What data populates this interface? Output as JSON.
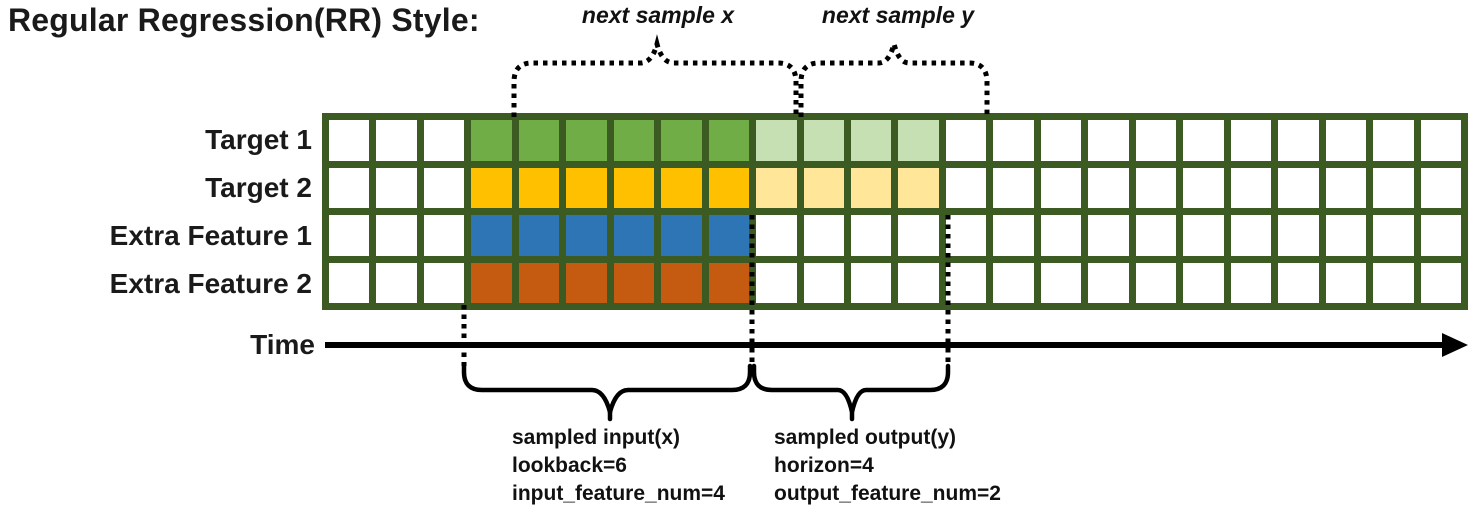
{
  "title": "Regular Regression(RR) Style:",
  "colors": {
    "grid_border": "#3b5b23",
    "target1_solid": "#70AD47",
    "target1_light": "#C6E0B4",
    "target2_solid": "#FFC000",
    "target2_light": "#FFE699",
    "extra1_solid": "#2E75B6",
    "extra2_solid": "#C55A11",
    "empty_cell": "#FFFFFF",
    "annotation": "#000000"
  },
  "grid": {
    "columns": 24,
    "rows": [
      {
        "label": "Target 1",
        "segments": [
          {
            "count": 3,
            "color": "#FFFFFF"
          },
          {
            "count": 6,
            "color": "#70AD47"
          },
          {
            "count": 4,
            "color": "#C6E0B4"
          },
          {
            "count": 11,
            "color": "#FFFFFF"
          }
        ]
      },
      {
        "label": "Target 2",
        "segments": [
          {
            "count": 3,
            "color": "#FFFFFF"
          },
          {
            "count": 6,
            "color": "#FFC000"
          },
          {
            "count": 4,
            "color": "#FFE699"
          },
          {
            "count": 11,
            "color": "#FFFFFF"
          }
        ]
      },
      {
        "label": "Extra Feature 1",
        "segments": [
          {
            "count": 3,
            "color": "#FFFFFF"
          },
          {
            "count": 6,
            "color": "#2E75B6"
          },
          {
            "count": 15,
            "color": "#FFFFFF"
          }
        ]
      },
      {
        "label": "Extra Feature 2",
        "segments": [
          {
            "count": 3,
            "color": "#FFFFFF"
          },
          {
            "count": 6,
            "color": "#C55A11"
          },
          {
            "count": 15,
            "color": "#FFFFFF"
          }
        ]
      }
    ]
  },
  "annotations": {
    "next_sample_x": "next sample x",
    "next_sample_y": "next sample y",
    "time_label": "Time",
    "sample_input": {
      "line1": "sampled input(x)",
      "line2": "lookback=6",
      "line3": "input_feature_num=4"
    },
    "sample_output": {
      "line1": "sampled output(y)",
      "line2": "horizon=4",
      "line3": "output_feature_num=2"
    }
  }
}
